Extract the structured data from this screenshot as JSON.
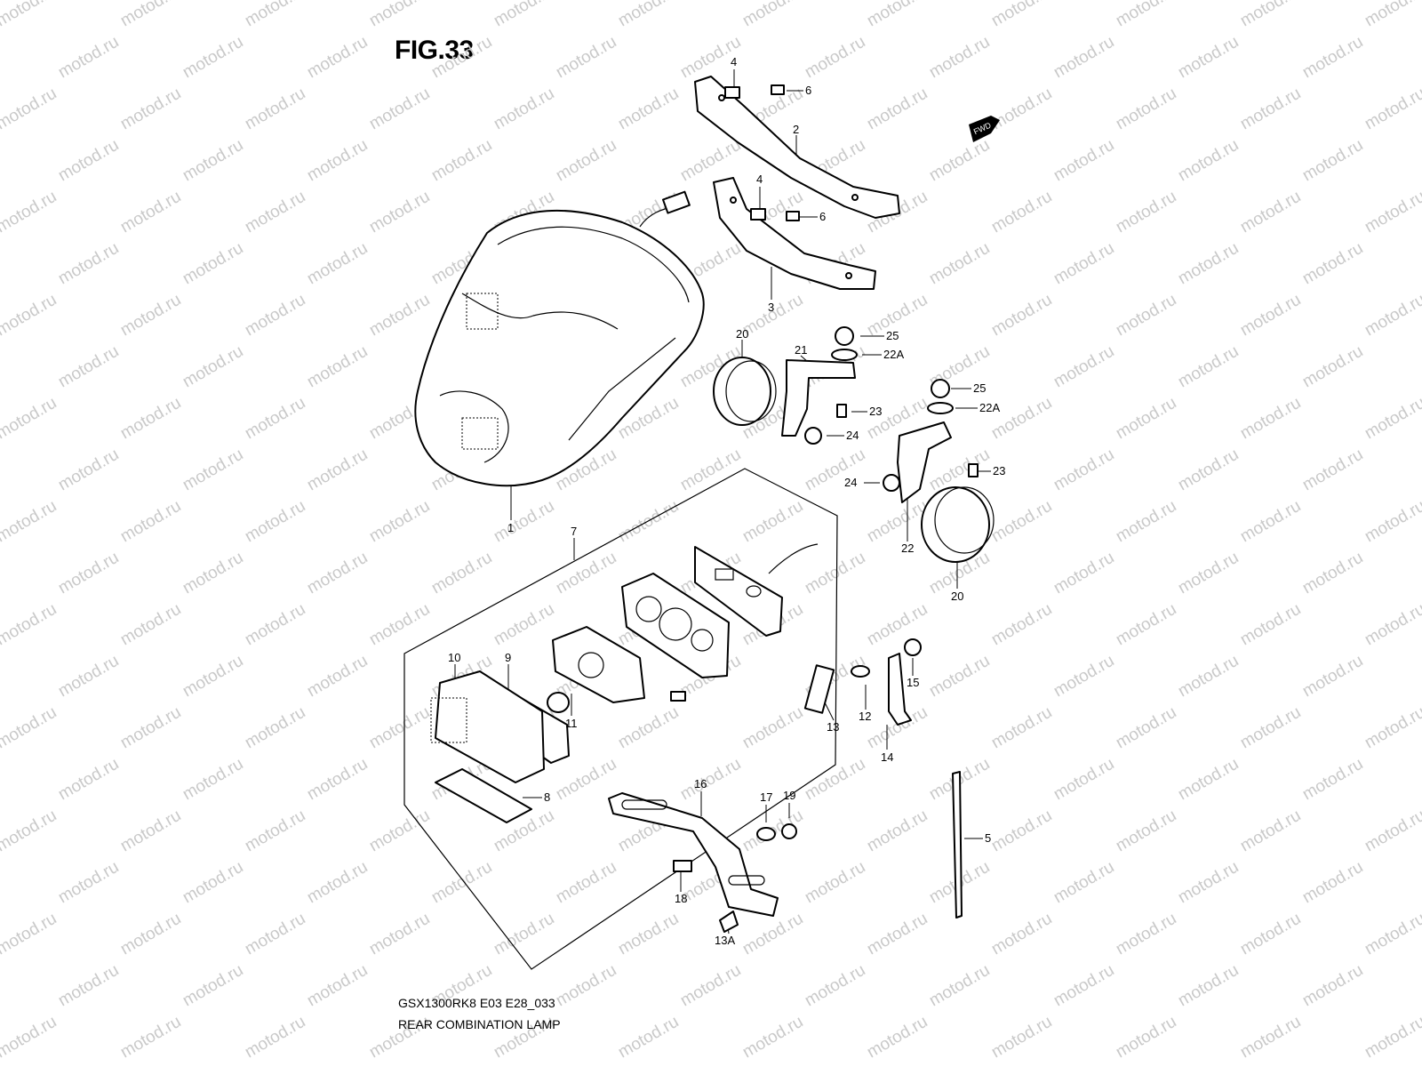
{
  "figure_title": "FIG.33",
  "model_code": "GSX1300RK8 E03 E28_033",
  "caption": "REAR COMBINATION LAMP",
  "direction_marker": "FWD",
  "watermark_text": "motod.ru",
  "callouts": [
    "1",
    "2",
    "3",
    "4",
    "4",
    "5",
    "6",
    "6",
    "7",
    "8",
    "9",
    "10",
    "11",
    "12",
    "13",
    "13A",
    "14",
    "15",
    "16",
    "17",
    "18",
    "19",
    "20",
    "20",
    "21",
    "22",
    "22A",
    "22A",
    "23",
    "23",
    "24",
    "24",
    "25",
    "25"
  ]
}
